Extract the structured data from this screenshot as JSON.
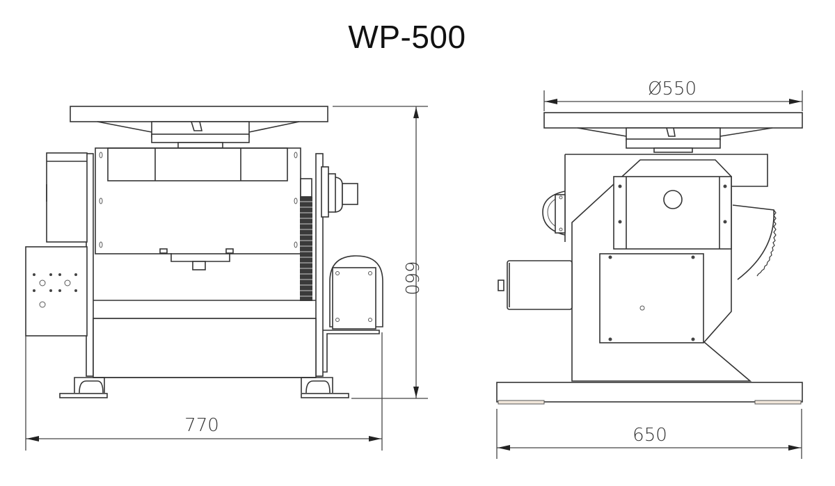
{
  "title": "WP-500",
  "views": {
    "front": {
      "name": "front-view",
      "dimensions": {
        "width_label": "770",
        "height_label": "660"
      }
    },
    "side": {
      "name": "side-view",
      "dimensions": {
        "table_diameter_label": "Ø550",
        "base_width_label": "650"
      }
    }
  },
  "colors": {
    "line": "#333333",
    "background": "#ffffff"
  }
}
